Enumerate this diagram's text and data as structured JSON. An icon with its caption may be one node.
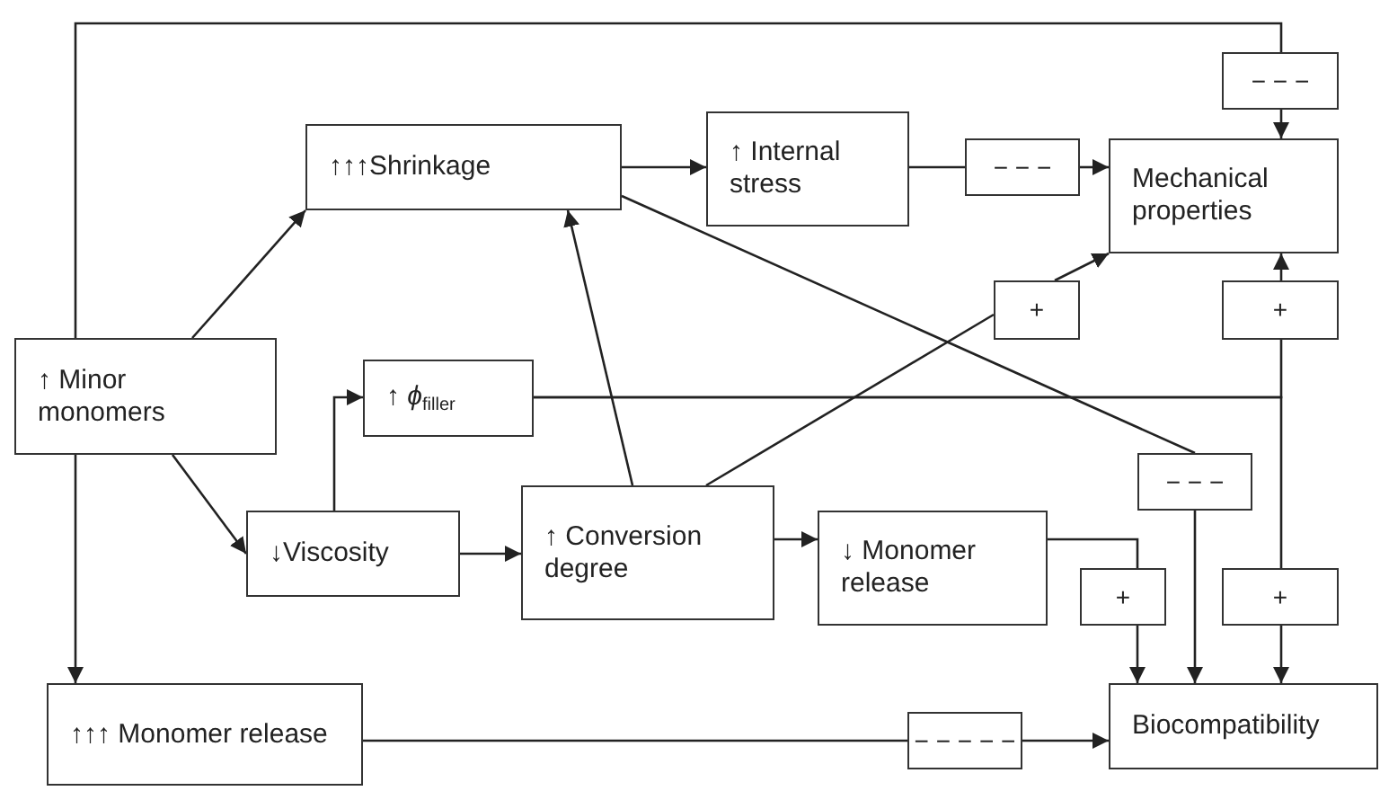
{
  "diagram": {
    "nodes": [
      {
        "text": [
          "↑ Minor monomers"
        ]
      },
      {
        "text": [
          "↑↑↑Shrinkage"
        ]
      },
      {
        "text": [
          "↑ Internal stress"
        ]
      },
      {
        "text": [
          "− − −"
        ]
      },
      {
        "text": [
          "Mechanical properties"
        ]
      },
      {
        "text": [
          "− − −"
        ]
      },
      {
        "text": [
          "↑ *ϕ*$_{filler}$"
        ]
      },
      {
        "text": [
          "↓Viscosity"
        ]
      },
      {
        "text": [
          "↑ Conversion degree"
        ]
      },
      {
        "text": [
          "+"
        ]
      },
      {
        "text": [
          "+"
        ]
      },
      {
        "text": [
          "− − −"
        ]
      },
      {
        "text": [
          "↓ Monomer release"
        ]
      },
      {
        "text": [
          "+"
        ]
      },
      {
        "text": [
          "+"
        ]
      },
      {
        "text": [
          "↑↑↑ Monomer release"
        ]
      },
      {
        "text": [
          "− − − − −"
        ]
      },
      {
        "text": [
          "Biocompatibility"
        ]
      }
    ],
    "edges": [
      {
        "from": 0,
        "to": 1,
        "arrow": "to"
      },
      {
        "from": 0,
        "to": 7,
        "arrow": "to"
      },
      {
        "from": 0,
        "to": 15,
        "arrow": "to"
      },
      {
        "from": 0,
        "to": 5,
        "arrow": "none"
      },
      {
        "from": 5,
        "to": 4,
        "arrow": "to"
      },
      {
        "from": 1,
        "to": 2,
        "arrow": "to"
      },
      {
        "from": 2,
        "to": 3,
        "arrow": "none"
      },
      {
        "from": 3,
        "to": 4,
        "arrow": "to"
      },
      {
        "from": 1,
        "to": 11,
        "arrow": "none"
      },
      {
        "from": 11,
        "to": 17,
        "arrow": "to"
      },
      {
        "from": 7,
        "to": 6,
        "arrow": "to"
      },
      {
        "from": 7,
        "to": 8,
        "arrow": "to"
      },
      {
        "from": 8,
        "to": 1,
        "arrow": "to"
      },
      {
        "from": 8,
        "to": 9,
        "arrow": "none"
      },
      {
        "from": 9,
        "to": 4,
        "arrow": "to"
      },
      {
        "from": 6,
        "to": 10,
        "arrow": "none"
      },
      {
        "from": 6,
        "to": 14,
        "arrow": "none"
      },
      {
        "from": 10,
        "to": 4,
        "arrow": "to"
      },
      {
        "from": 14,
        "to": 17,
        "arrow": "to"
      },
      {
        "from": 8,
        "to": 12,
        "arrow": "to"
      },
      {
        "from": 12,
        "to": 13,
        "arrow": "none"
      },
      {
        "from": 13,
        "to": 17,
        "arrow": "to"
      },
      {
        "from": 15,
        "to": 16,
        "arrow": "none"
      },
      {
        "from": 16,
        "to": 17,
        "arrow": "to"
      }
    ]
  }
}
